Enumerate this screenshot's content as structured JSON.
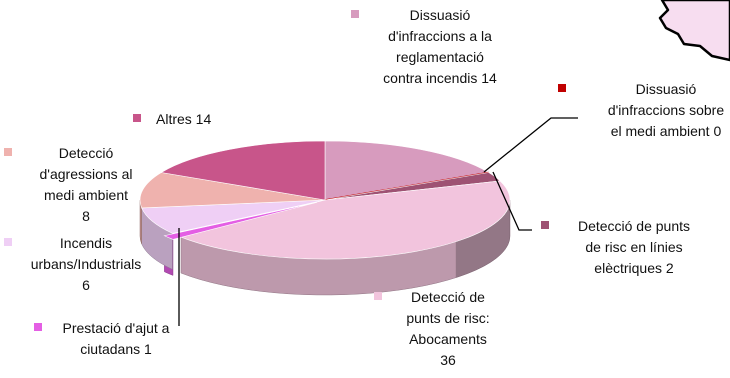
{
  "chart_data": {
    "type": "pie",
    "style": "3d-exploded",
    "legend": "none",
    "slices": [
      {
        "label": "Dissuasió d'infraccions a la reglamentació contra incendis",
        "value": 14,
        "color": "#D79BBE",
        "lines": [
          "Dissuasió",
          "d'infraccions a la",
          "reglamentació",
          "contra incendis 14"
        ]
      },
      {
        "label": "Dissuasió d'infraccions sobre el medi ambient",
        "value": 0,
        "color": "#C00000",
        "lines": [
          "Dissuasió",
          "d'infraccions sobre",
          "el medi ambient 0"
        ]
      },
      {
        "label": "Detecció de punts de risc en línies elèctriques",
        "value": 2,
        "color": "#9E5273",
        "lines": [
          "Detecció de punts",
          "de risc en línies",
          "elèctriques 2"
        ]
      },
      {
        "label": "Detecció de punts de risc: Abocaments",
        "value": 36,
        "color": "#F2C4DD",
        "lines": [
          "Detecció de",
          "punts de risc:",
          "Abocaments",
          "36"
        ]
      },
      {
        "label": "Prestació d'ajut a ciutadans",
        "value": 1,
        "color": "#E45FE4",
        "lines": [
          "Prestació d'ajut a",
          "ciutadans 1"
        ]
      },
      {
        "label": "Incendis urbans/Industrials",
        "value": 6,
        "color": "#EFCFF5",
        "lines": [
          "Incendis",
          "urbans/Industrials",
          "6"
        ]
      },
      {
        "label": "Detecció d'agressions al medi ambient",
        "value": 8,
        "color": "#EFB2AE",
        "lines": [
          "Detecció",
          "d'agressions al",
          "medi ambient",
          "8"
        ]
      },
      {
        "label": "Altres",
        "value": 14,
        "color": "#C8558A",
        "lines": [
          "Altres 14"
        ]
      }
    ]
  }
}
